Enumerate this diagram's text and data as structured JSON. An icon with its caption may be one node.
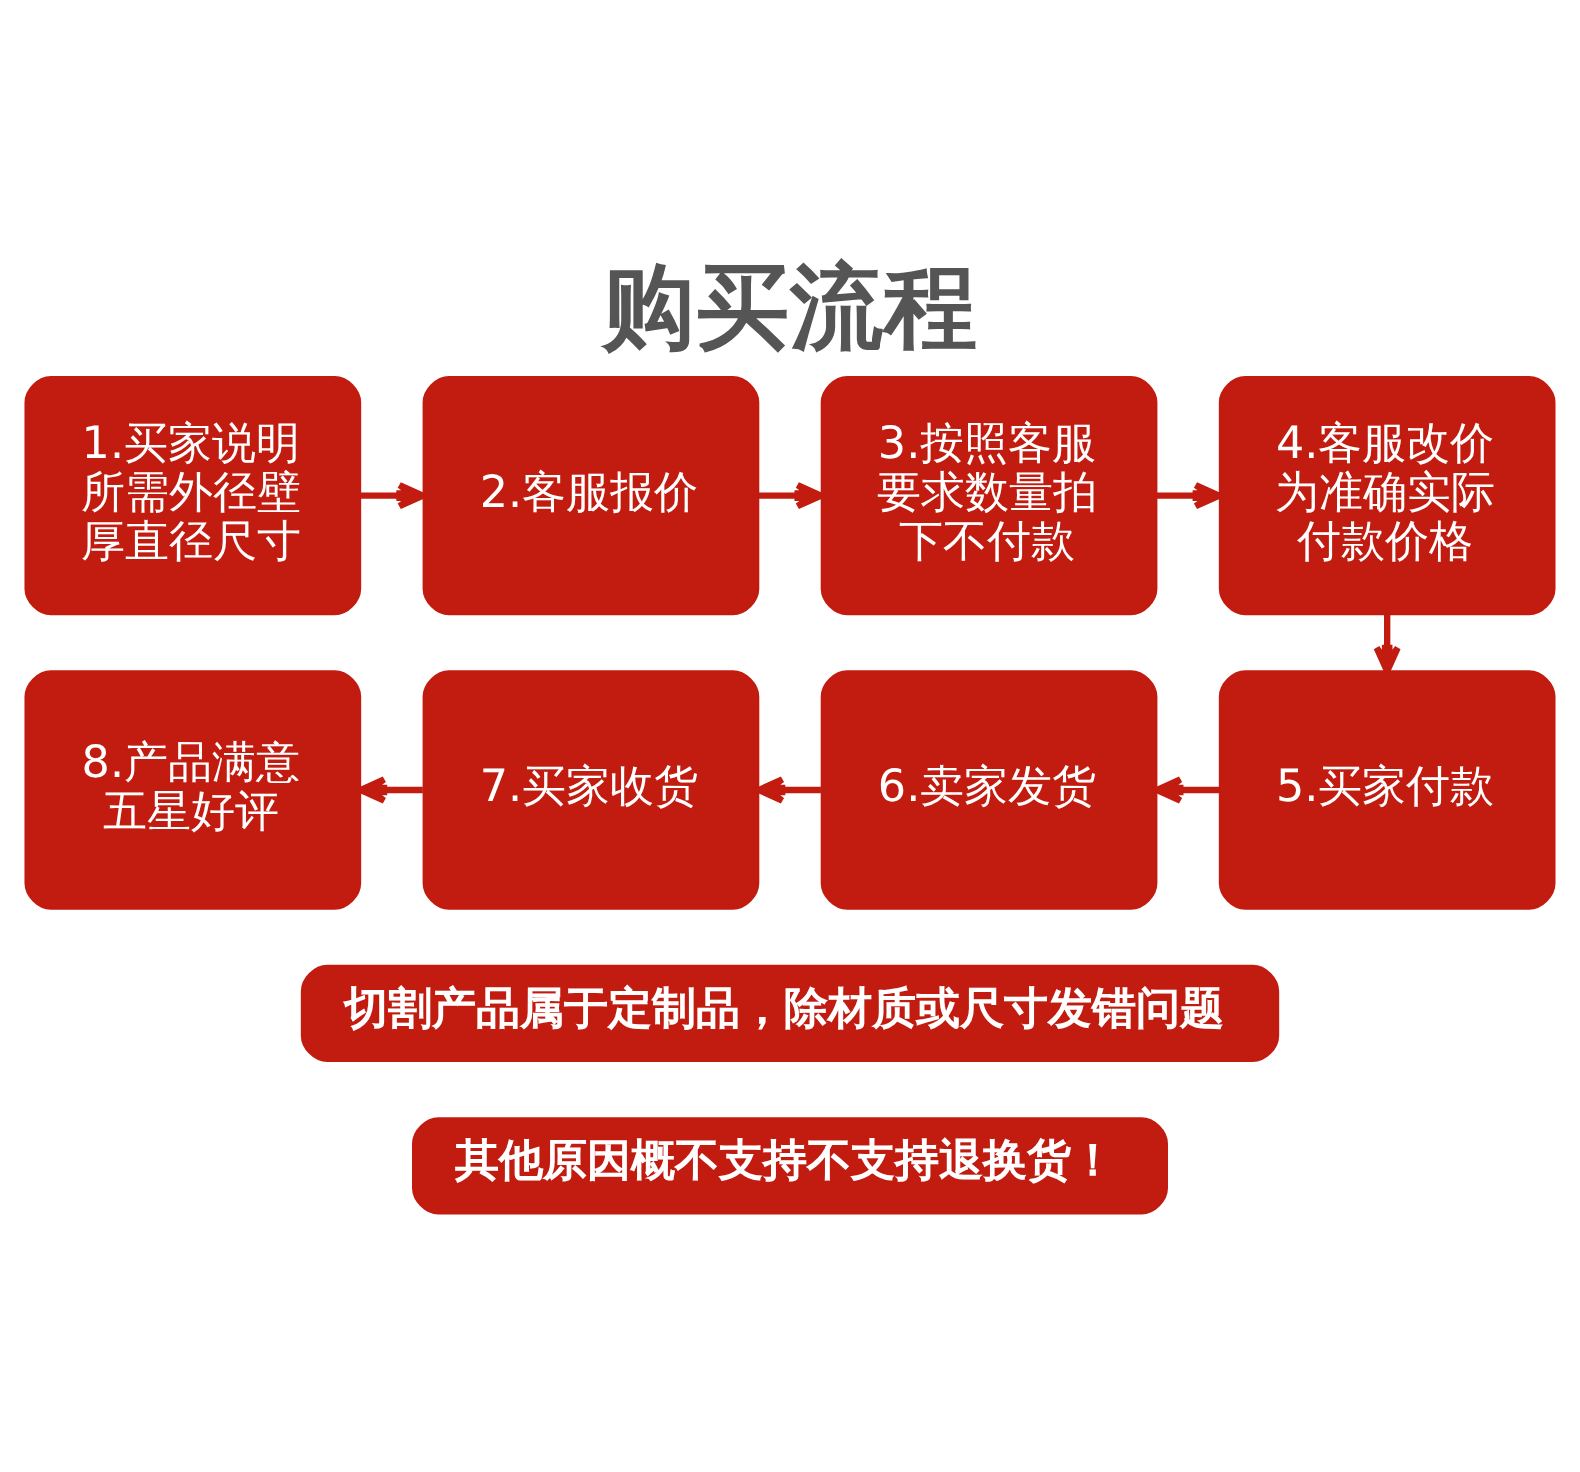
{
  "diagram": {
    "title": "购买流程",
    "nodes": [
      {
        "text": [
          "1.买家说明所需外径壁厚直径尺寸"
        ]
      },
      {
        "text": [
          "2.客服报价"
        ]
      },
      {
        "text": [
          "3.按照客服要求数量拍下不付款"
        ]
      },
      {
        "text": [
          "4.客服改价为准确实际付款价格"
        ]
      },
      {
        "text": [
          "5.买家付款"
        ]
      },
      {
        "text": [
          "6.卖家发货"
        ]
      },
      {
        "text": [
          "7.买家收货"
        ]
      },
      {
        "text": [
          "8.产品满意五星好评"
        ]
      },
      {
        "text": [
          "切割产品属于定制品，除材质或尺寸发错问题"
        ]
      },
      {
        "text": [
          "其他原因概不支持不支持退换货！"
        ]
      }
    ],
    "edges": [
      {
        "from": 0,
        "to": 1,
        "arrow": "to"
      },
      {
        "from": 1,
        "to": 2,
        "arrow": "to"
      },
      {
        "from": 2,
        "to": 3,
        "arrow": "to"
      },
      {
        "from": 3,
        "to": 4,
        "arrow": "to"
      },
      {
        "from": 4,
        "to": 5,
        "arrow": "to"
      },
      {
        "from": 5,
        "to": 6,
        "arrow": "to"
      },
      {
        "from": 6,
        "to": 7,
        "arrow": "to"
      }
    ]
  }
}
